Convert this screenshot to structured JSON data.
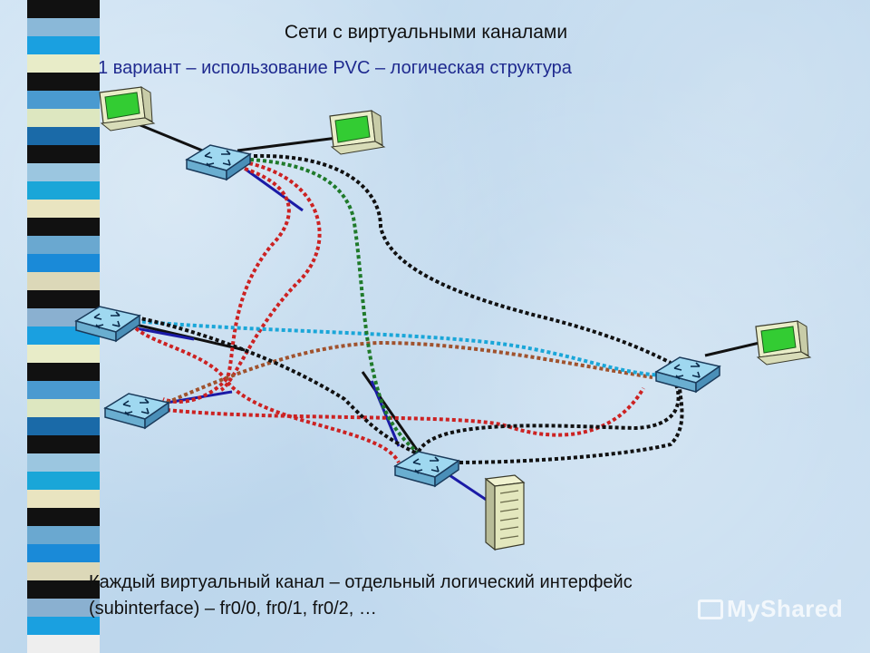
{
  "slide": {
    "title": "Сети с виртуальными каналами",
    "subtitle": "1 вариант – использование PVC – логическая структура",
    "caption_line1": "Каждый виртуальный канал – отдельный логический интерфейс",
    "caption_line2": "(subinterface) – fr0/0, fr0/1, fr0/2, …",
    "watermark": "MyShared"
  },
  "colors": {
    "subtitle": "#1f2a8f",
    "pvc_red": "#cc2222",
    "pvc_black": "#111111",
    "pvc_green": "#1f7a2a",
    "pvc_cyan": "#1aa6d8",
    "pvc_brown": "#a0522d",
    "link_blue": "#1a1aa6",
    "switch_face": "#9fd8f0",
    "monitor_screen": "#33cc33"
  },
  "stripe_colors": [
    "#111111",
    "#8ab8d8",
    "#1aa0e0",
    "#e8ecc8",
    "#111111",
    "#4a9ad0",
    "#dde7c0",
    "#1a6aa8",
    "#111111",
    "#9bc6e0",
    "#1aa6d8",
    "#e9e4c0",
    "#111111",
    "#6aa8d0",
    "#1a8ad8",
    "#dcd8b8",
    "#111111",
    "#8ab0d0",
    "#1aa0e0",
    "#e8ecc8",
    "#111111",
    "#4a9ad0",
    "#dde7c0",
    "#1a6aa8",
    "#111111",
    "#9bc6e0",
    "#1aa6d8",
    "#e9e4c0",
    "#111111",
    "#6aa8d0",
    "#1a8ad8",
    "#dcd8b8",
    "#111111",
    "#8ab0d0",
    "#1aa0e0",
    "#eeeeee"
  ],
  "icons": {
    "switch": "switch-icon",
    "monitor": "monitor-icon",
    "server": "server-icon"
  }
}
